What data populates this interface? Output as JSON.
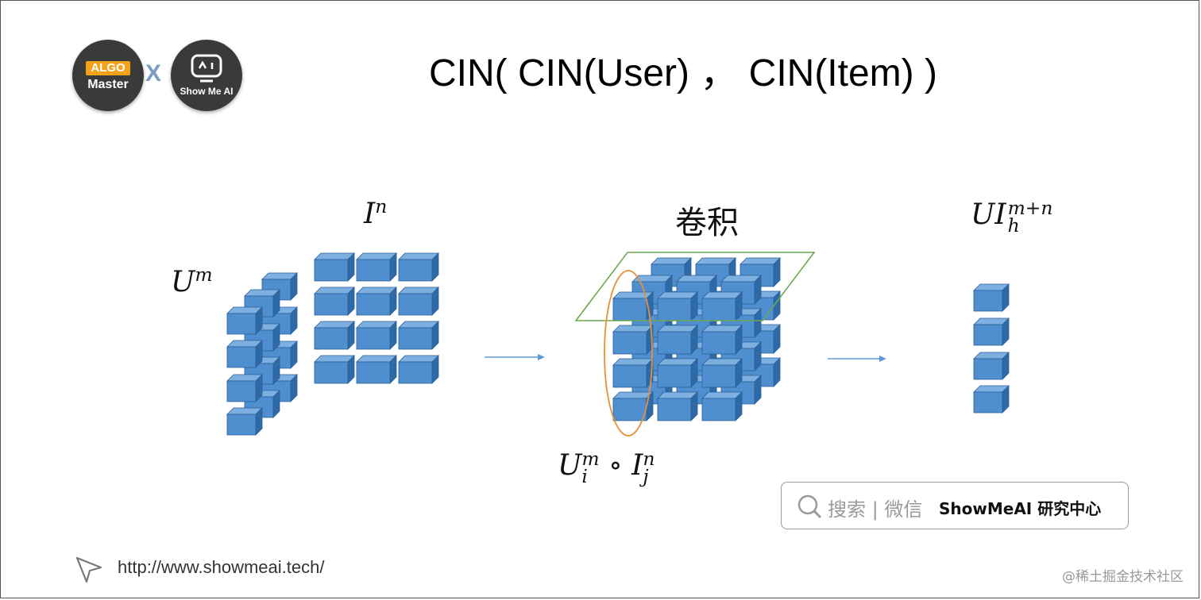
{
  "header": {
    "title": "CIN( CIN(User) ， CIN(Item) )",
    "logo_algo_top": "ALGO",
    "logo_algo_bottom": "Master",
    "times_symbol": "X",
    "logo_show_text": "Show Me AI",
    "logo_show_face": "^I"
  },
  "diagram": {
    "label_user": {
      "base": "U",
      "sup": "m"
    },
    "label_item": {
      "base": "I",
      "sup": "n"
    },
    "label_conv": "卷积",
    "label_output": {
      "base": "UI",
      "sub": "h",
      "sup": "m+n"
    },
    "label_product": {
      "a": "U",
      "a_sub": "i",
      "a_sup": "m",
      "op": "∘",
      "b": "I",
      "b_sub": "j",
      "b_sup": "n"
    },
    "colors": {
      "cube_front": "#4f8fd0",
      "cube_top": "#7db0e0",
      "cube_side": "#2f6aa8",
      "cube_edge": "#2a5f96",
      "arrow": "#5b9bd5",
      "plane": "#6aa84f",
      "ellipse": "#e69138"
    }
  },
  "search": {
    "placeholder": "搜索 | 微信",
    "brand": "ShowMeAI 研究中心",
    "icon": "search-icon"
  },
  "footer": {
    "url": "http://www.showmeai.tech/",
    "url_icon": "cursor-icon",
    "watermark": "@稀土掘金技术社区"
  }
}
